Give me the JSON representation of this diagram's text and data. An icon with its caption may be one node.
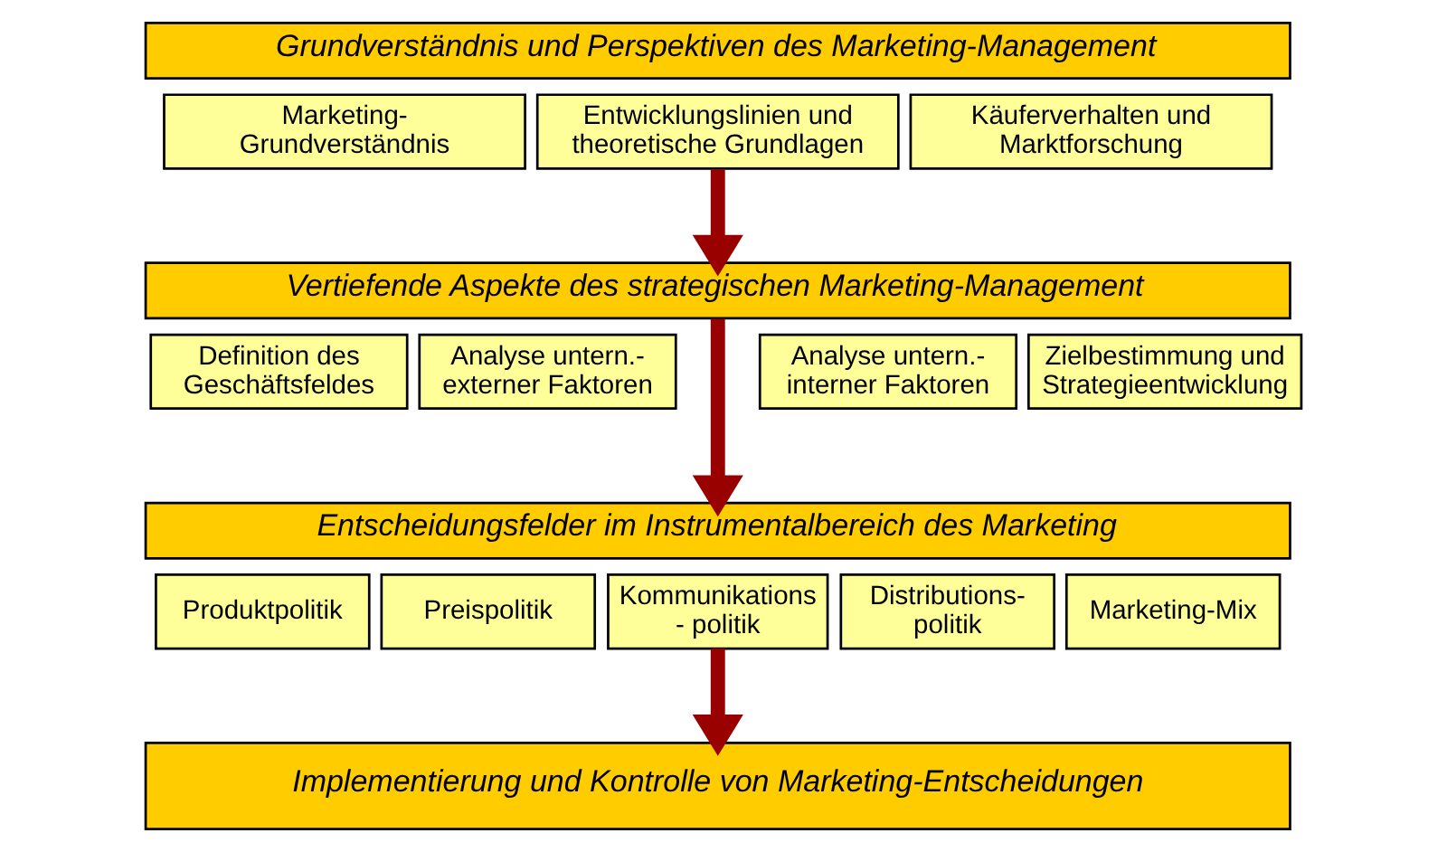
{
  "diagram": {
    "nodes": [
      {
        "text": [
          "Grundverständnis und Perspektiven des Marketing-Management"
        ]
      },
      {
        "text": [
          "Marketing- Grundverständnis"
        ]
      },
      {
        "text": [
          "Entwicklungslinien und theoretische Grundlagen"
        ]
      },
      {
        "text": [
          "Käuferverhalten und Marktforschung"
        ]
      },
      {
        "text": [
          "Vertiefende Aspekte des strategischen Marketing-Management"
        ]
      },
      {
        "text": [
          "Definition des Geschäftsfeldes"
        ]
      },
      {
        "text": [
          "Analyse untern.- externer Faktoren"
        ]
      },
      {
        "text": [
          "Analyse untern.- interner Faktoren"
        ]
      },
      {
        "text": [
          "Zielbestimmung und Strategieentwicklung"
        ]
      },
      {
        "text": [
          "Entscheidungsfelder im Instrumentalbereich des Marketing"
        ]
      },
      {
        "text": [
          "Produktpolitik"
        ]
      },
      {
        "text": [
          "Preispolitik"
        ]
      },
      {
        "text": [
          "Kommunikations - politik"
        ]
      },
      {
        "text": [
          "Distributions- politik"
        ]
      },
      {
        "text": [
          "Marketing-Mix"
        ]
      },
      {
        "text": [
          "Implementierung und Kontrolle von Marketing-Entscheidungen"
        ]
      }
    ],
    "edges": [
      {
        "from": 2,
        "to": 4,
        "arrow": "to"
      },
      {
        "from": 4,
        "to": 9,
        "arrow": "to"
      },
      {
        "from": 12,
        "to": 15,
        "arrow": "to"
      }
    ]
  }
}
